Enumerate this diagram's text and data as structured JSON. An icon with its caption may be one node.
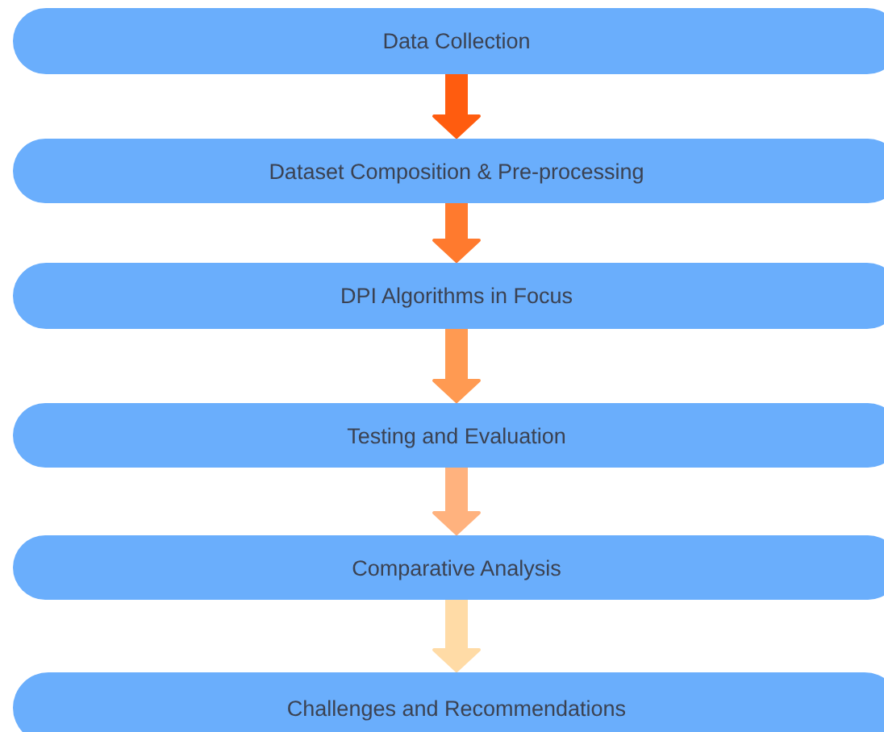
{
  "diagram": {
    "nodes": [
      {
        "text": [
          "Data Collection"
        ]
      },
      {
        "text": [
          "Dataset Composition & Pre-processing"
        ]
      },
      {
        "text": [
          "DPI Algorithms in Focus"
        ]
      },
      {
        "text": [
          "Testing and Evaluation"
        ]
      },
      {
        "text": [
          "Comparative Analysis"
        ]
      },
      {
        "text": [
          "Challenges and Recommendations"
        ]
      }
    ],
    "edges": [
      {
        "from": 0,
        "to": 1,
        "arrow": "to",
        "color": "#ff5c0f"
      },
      {
        "from": 1,
        "to": 2,
        "arrow": "to",
        "color": "#ff7a2e"
      },
      {
        "from": 2,
        "to": 3,
        "arrow": "to",
        "color": "#ff9a52"
      },
      {
        "from": 3,
        "to": 4,
        "arrow": "to",
        "color": "#ffb27e"
      },
      {
        "from": 4,
        "to": 5,
        "arrow": "to",
        "color": "#ffdba6"
      }
    ]
  }
}
